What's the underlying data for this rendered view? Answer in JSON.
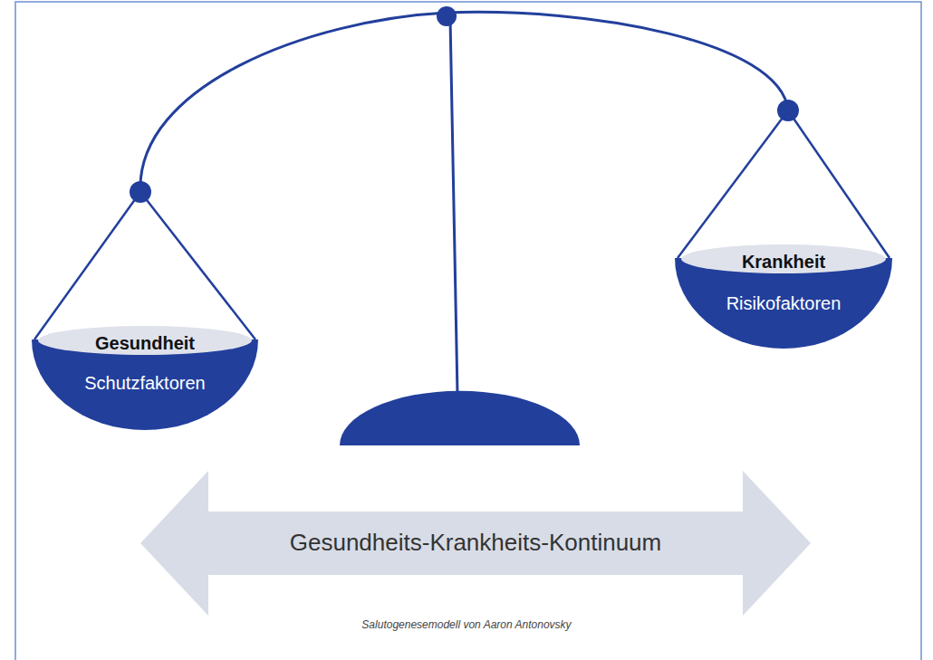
{
  "diagram": {
    "caption": "Salutogenesemodell von Aaron Antonovsky",
    "nodes": [
      {
        "text": [
          "Gesundheit",
          "Schutzfaktoren"
        ]
      },
      {
        "text": [
          "Krankheit",
          "Risikofaktoren"
        ]
      },
      {
        "text": [
          "Gesundheits-Krankheits-Kontinuum"
        ]
      }
    ]
  }
}
